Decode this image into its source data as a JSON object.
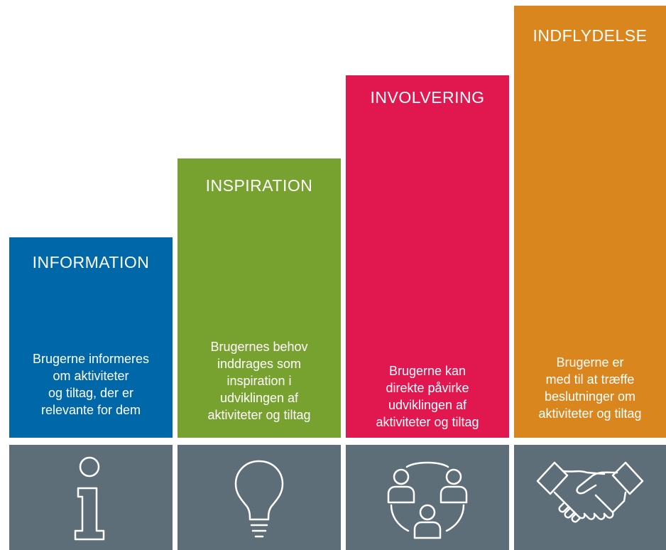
{
  "steps": [
    {
      "title": "INFORMATION",
      "description": "Brugerne informeres\nom aktiviteter\nog tiltag, der er\nrelevante for dem",
      "color": "#0067a9",
      "icon": "info-icon"
    },
    {
      "title": "INSPIRATION",
      "description": "Brugernes behov\ninddrages som\ninspiration i\nudviklingen af\naktiviteter og tiltag",
      "color": "#78a22f",
      "icon": "lightbulb-icon"
    },
    {
      "title": "INVOLVERING",
      "description": "Brugerne kan\ndirekte påvirke\nudviklingen af\naktiviteter og tiltag",
      "color": "#e0184f",
      "icon": "people-network-icon"
    },
    {
      "title": "INDFLYDELSE",
      "description": "Brugerne er\nmed til at træffe\nbeslutninger om\naktiviteter og tiltag",
      "color": "#d9861f",
      "icon": "handshake-icon"
    }
  ],
  "icon_tile_color": "#5e6e79"
}
